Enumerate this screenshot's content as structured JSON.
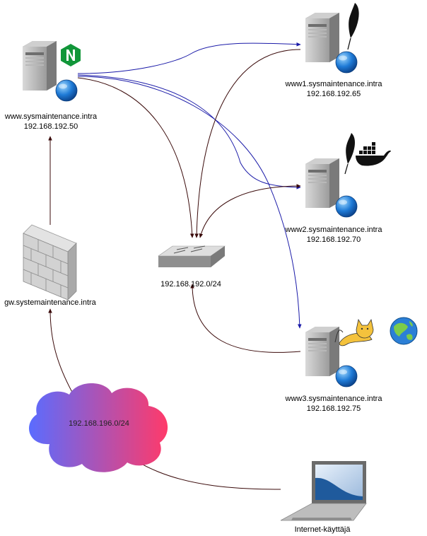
{
  "nodes": {
    "proxy": {
      "name": "www.sysmaintenance.intra",
      "ip": "192.168.192.50",
      "badge": "N"
    },
    "www1": {
      "name": "www1.sysmaintenance.intra",
      "ip": "192.168.192.65"
    },
    "www2": {
      "name": "www2.sysmaintenance.intra",
      "ip": "192.168.192.70"
    },
    "www3": {
      "name": "www3.sysmaintenance.intra",
      "ip": "192.168.192.75"
    },
    "switch": {
      "label": "192.168.192.0/24"
    },
    "firewall": {
      "label": "gw.systemaintenance.intra"
    },
    "cloud": {
      "label": "192.168.196.0/24"
    },
    "laptop": {
      "label": "Internet-käyttäjä"
    }
  },
  "colors": {
    "blue_link": "#1a1aa8",
    "dark_link": "#3a0a0a",
    "nginx_green": "#119639",
    "globe_blue": "#1e7ad6",
    "server_gray": "#a8a8a8",
    "cloud_left": "#5a6cff",
    "cloud_right": "#ff3a6a"
  },
  "icons": [
    "server-icon",
    "globe-icon",
    "nginx-icon",
    "apache-feather-icon",
    "docker-whale-icon",
    "tomcat-icon",
    "geoserver-globe-icon",
    "switch-icon",
    "firewall-icon",
    "cloud-icon",
    "laptop-icon"
  ]
}
